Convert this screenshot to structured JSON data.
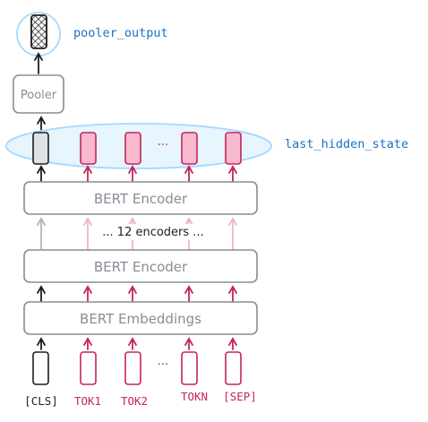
{
  "labels": {
    "pooler_output": "pooler_output",
    "last_hidden_state": "last_hidden_state",
    "pooler": "Pooler",
    "encoder_top": "BERT Encoder",
    "encoders_between": "... 12 encoders ...",
    "encoder_bottom": "BERT Encoder",
    "embeddings": "BERT Embeddings",
    "hidden_ellipsis": "...",
    "token_ellipsis": "..."
  },
  "tokens": [
    "[CLS]",
    "TOK1",
    "TOK2",
    "TOKN",
    "[SEP]"
  ],
  "colors": {
    "gray": "#868e96",
    "dark": "#1e1e1e",
    "crimson": "#c2255c",
    "pink_fill": "#f7b9ce",
    "cls_fill": "#dee2e6",
    "label_blue": "#1971c2",
    "ellipse_stroke": "#a5d8ff",
    "ellipse_fill": "#e7f5ff",
    "faint_gray": "#adb5bd",
    "faint_pink": "#eeb5c8"
  }
}
